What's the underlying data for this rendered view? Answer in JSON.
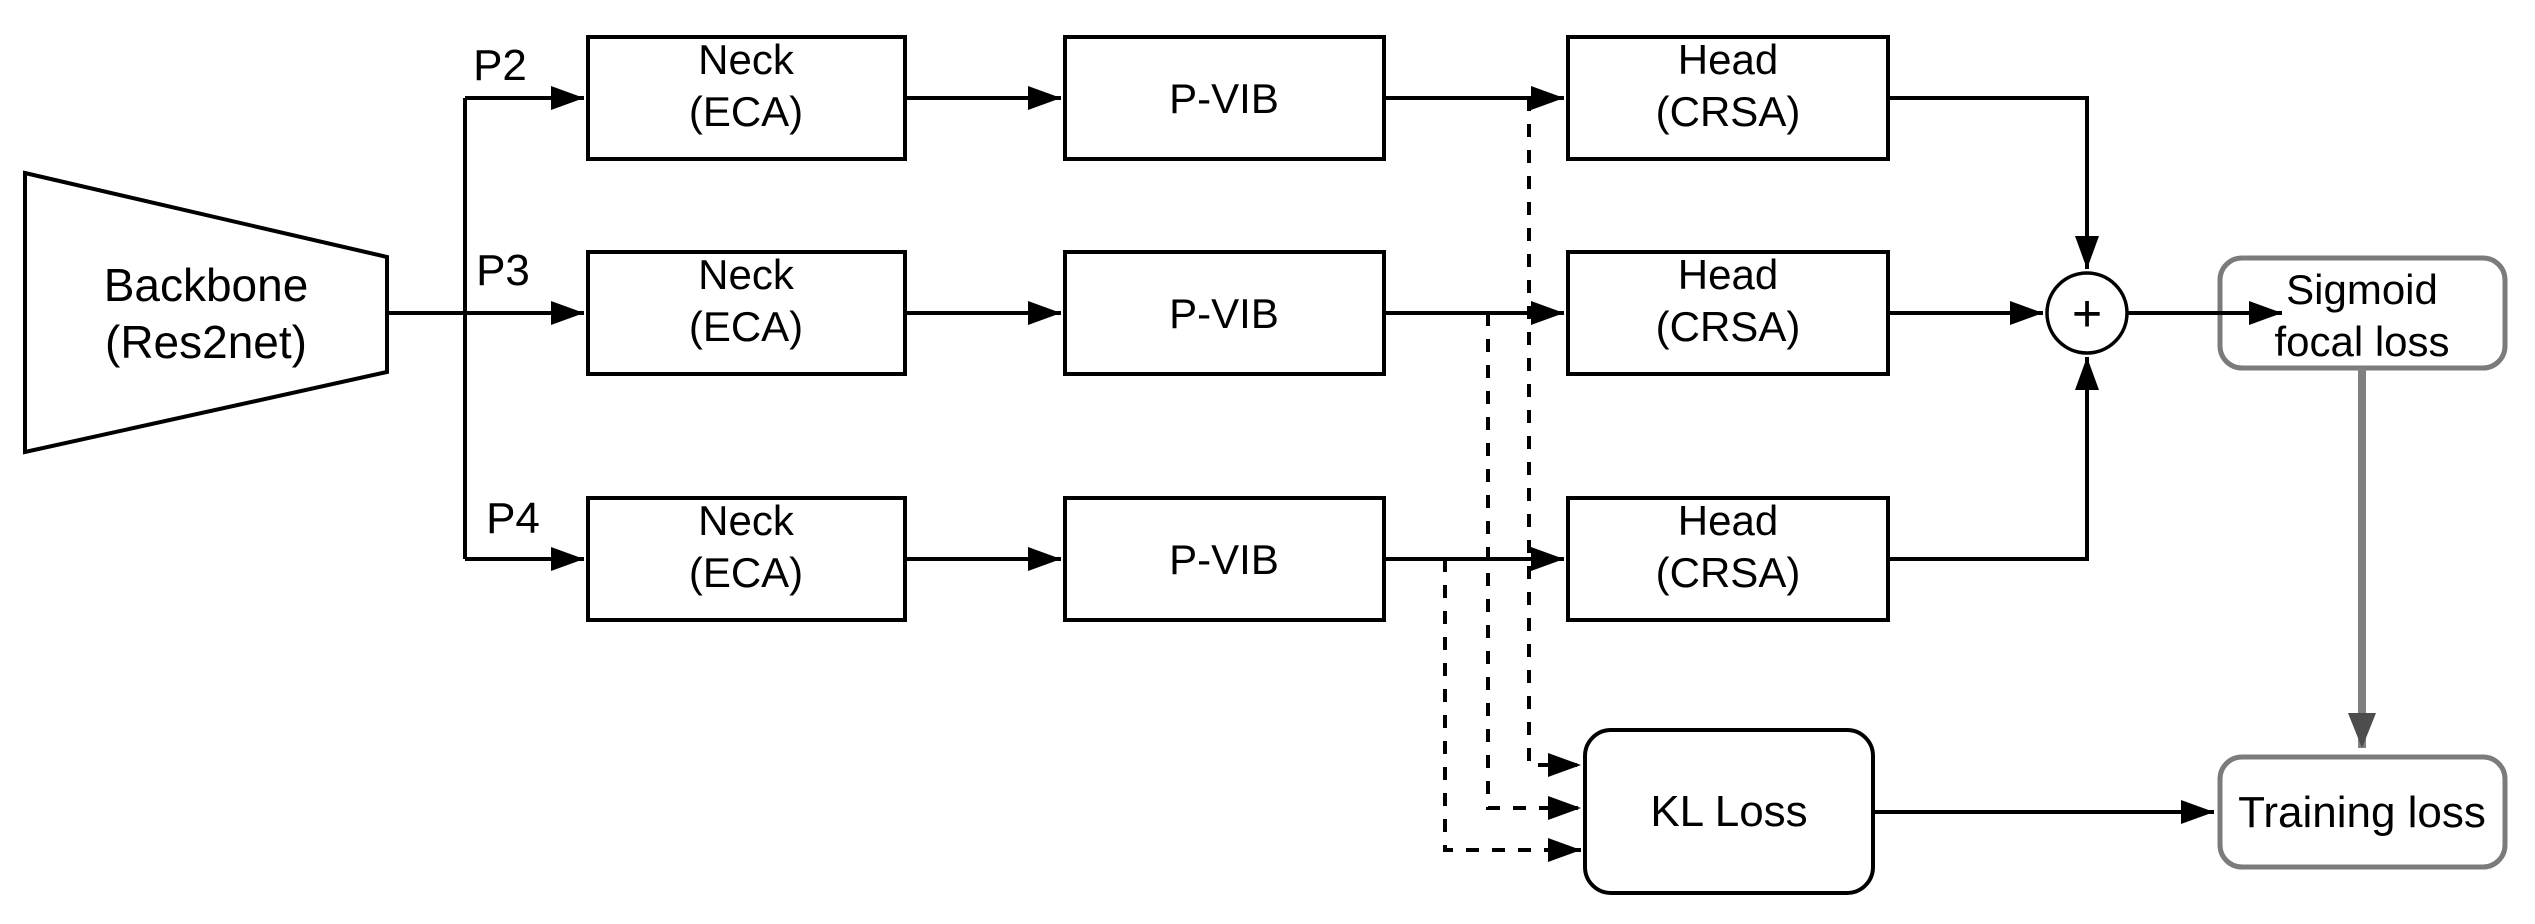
{
  "diagram": {
    "backbone": {
      "label_line1": "Backbone",
      "label_line2": "(Res2net)"
    },
    "branches": [
      {
        "label": "P2",
        "neck_line1": "Neck",
        "neck_line2": "(ECA)",
        "pvib_label": "P-VIB",
        "head_line1": "Head",
        "head_line2": "(CRSA)"
      },
      {
        "label": "P3",
        "neck_line1": "Neck",
        "neck_line2": "(ECA)",
        "pvib_label": "P-VIB",
        "head_line1": "Head",
        "head_line2": "(CRSA)"
      },
      {
        "label": "P4",
        "neck_line1": "Neck",
        "neck_line2": "(ECA)",
        "pvib_label": "P-VIB",
        "head_line1": "Head",
        "head_line2": "(CRSA)"
      }
    ],
    "sum_label": "+",
    "sigmoid_loss": {
      "label_line1": "Sigmoid",
      "label_line2": "focal loss"
    },
    "kl_loss_label": "KL Loss",
    "training_loss_label": "Training loss",
    "colors": {
      "line": "#000000",
      "box_border": "#000000",
      "box_fill": "#ffffff",
      "loss_border": "#7b7b7b",
      "gray_arrow": "#808080",
      "gray_arrowhead": "#4d4d4d",
      "plus_sign": "#595959",
      "text": "#000000",
      "background": "#ffffff"
    }
  }
}
